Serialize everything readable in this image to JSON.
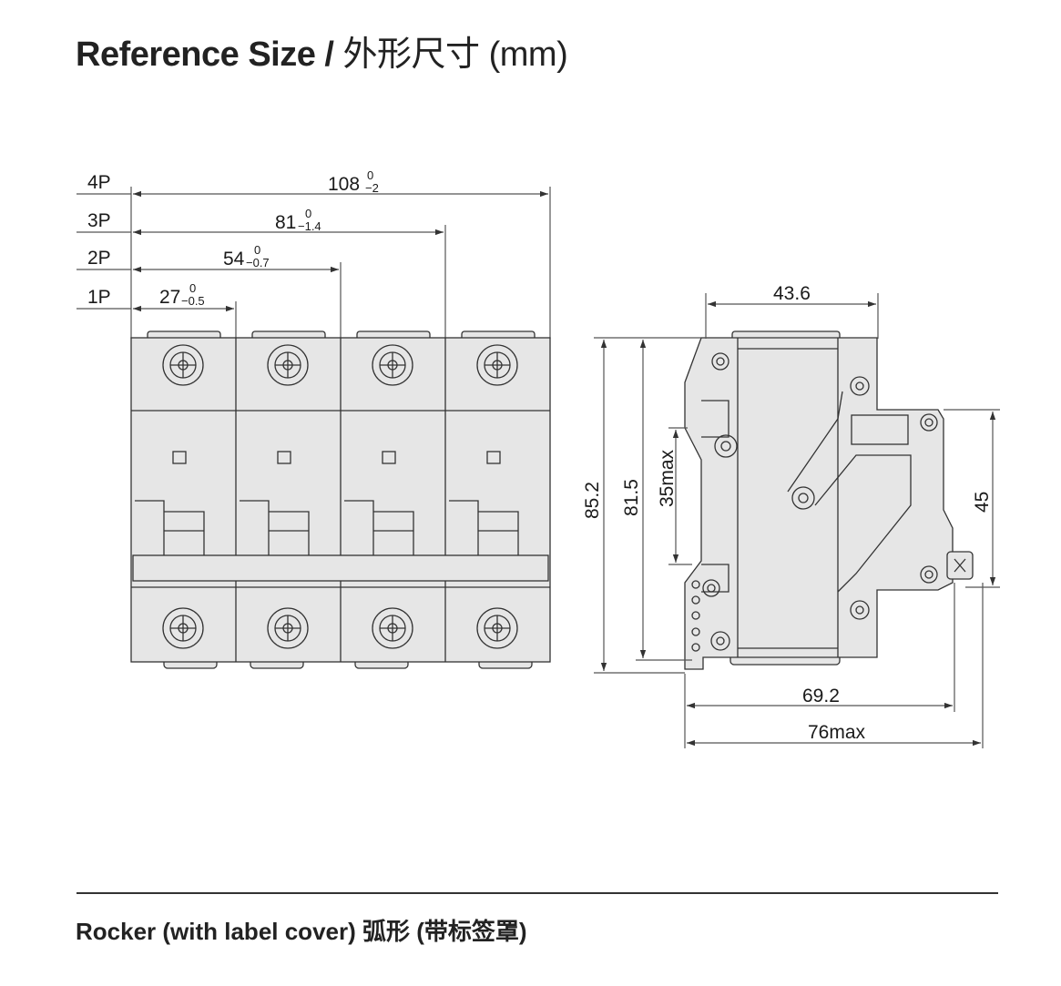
{
  "header": {
    "title_en": "Reference Size /",
    "title_cn": "外形尺寸 (mm)"
  },
  "front_view": {
    "rows": [
      {
        "pole": "4P",
        "nominal": "108",
        "upper_tol": "0",
        "lower_tol": "−2"
      },
      {
        "pole": "3P",
        "nominal": "81",
        "upper_tol": "0",
        "lower_tol": "−1.4"
      },
      {
        "pole": "2P",
        "nominal": "54",
        "upper_tol": "0",
        "lower_tol": "−0.7"
      },
      {
        "pole": "1P",
        "nominal": "27",
        "upper_tol": "0",
        "lower_tol": "−0.5"
      }
    ]
  },
  "side_view": {
    "width_top": "43.6",
    "height_outer": "85.2",
    "height_inner": "81.5",
    "rail_height": "35max",
    "right_height": "45",
    "depth": "69.2",
    "depth_max": "76max"
  },
  "colors": {
    "body": "#e6e6e6",
    "line": "#333333",
    "dim_line": "#555555"
  },
  "footer": {
    "caption": "Rocker (with label cover) 弧形 (带标签罩)"
  }
}
